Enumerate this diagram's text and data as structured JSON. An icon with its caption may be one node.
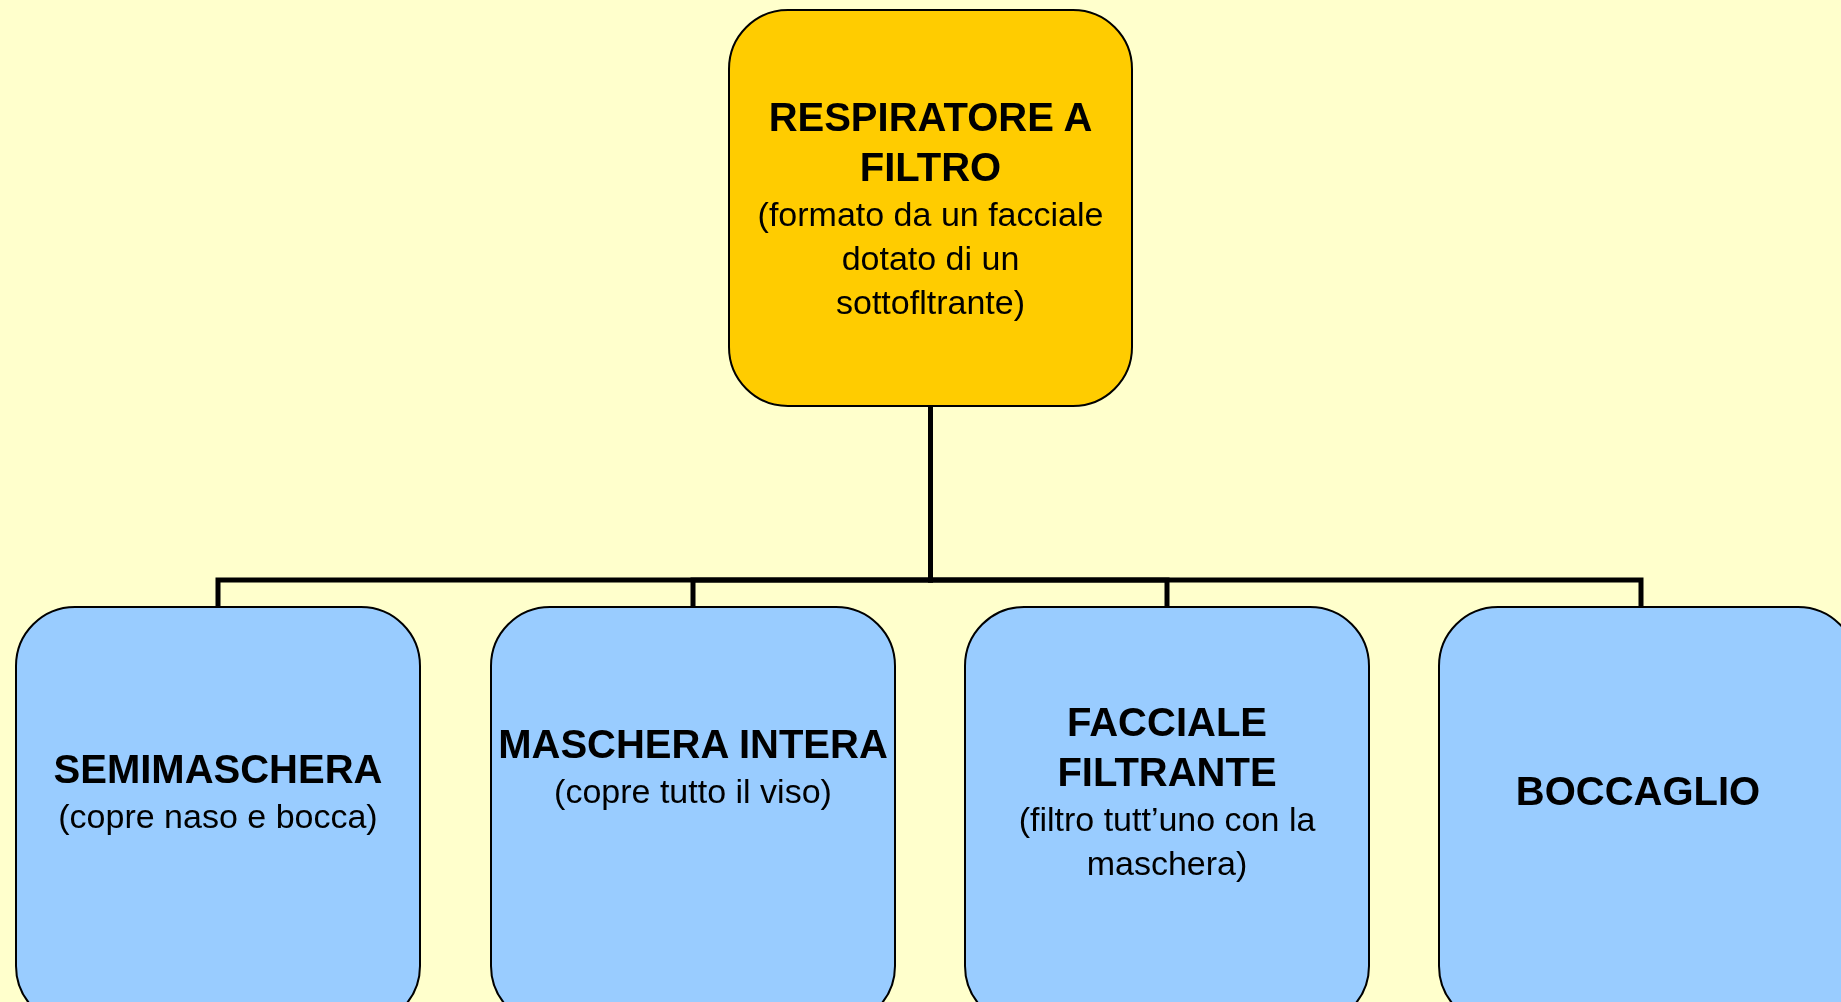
{
  "diagram": {
    "nodes": [
      {
        "text": [
          "RESPIRATORE A FILTRO",
          "(formato da un facciale dotato di un sottofltrante)"
        ]
      },
      {
        "text": [
          "SEMIMASCHERA",
          "(copre naso e bocca)"
        ]
      },
      {
        "text": [
          "MASCHERA INTERA",
          "(copre tutto il viso)"
        ]
      },
      {
        "text": [
          "FACCIALE FILTRANTE",
          "(filtro tutt’uno con la maschera)"
        ]
      },
      {
        "text": [
          "BOCCAGLIO"
        ]
      }
    ],
    "edges": [
      {
        "from": 0,
        "to": 1,
        "arrow": "none"
      },
      {
        "from": 0,
        "to": 2,
        "arrow": "none"
      },
      {
        "from": 0,
        "to": 3,
        "arrow": "none"
      },
      {
        "from": 0,
        "to": 4,
        "arrow": "none"
      }
    ]
  }
}
